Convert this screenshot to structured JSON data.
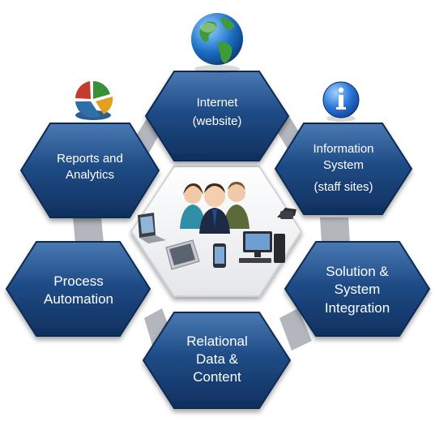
{
  "diagram": {
    "center": {
      "icon_names": [
        "people-group-icon",
        "laptop-icon",
        "tablet-icon",
        "smartphone-icon",
        "desktop-computer-icon",
        "desk-phone-icon"
      ]
    },
    "nodes": [
      {
        "id": "internet",
        "lines": [
          "Internet",
          "(website)"
        ],
        "icon": "globe-icon"
      },
      {
        "id": "information-system",
        "lines": [
          "Information",
          "System",
          "(staff sites)"
        ],
        "icon": "info-icon"
      },
      {
        "id": "solution-integration",
        "lines": [
          "Solution &",
          "System",
          "Integration"
        ]
      },
      {
        "id": "relational-data",
        "lines": [
          "Relational",
          "Data &",
          "Content"
        ]
      },
      {
        "id": "process-automation",
        "lines": [
          "Process",
          "Automation"
        ]
      },
      {
        "id": "reports-analytics",
        "lines": [
          "Reports and",
          "Analytics"
        ],
        "icon": "pie-chart-icon"
      }
    ],
    "colors": {
      "hex_fill_dark": "#123a6e",
      "hex_fill_light": "#3f6fa8",
      "connector": "#b3b6bc",
      "text": "#ffffff"
    }
  }
}
